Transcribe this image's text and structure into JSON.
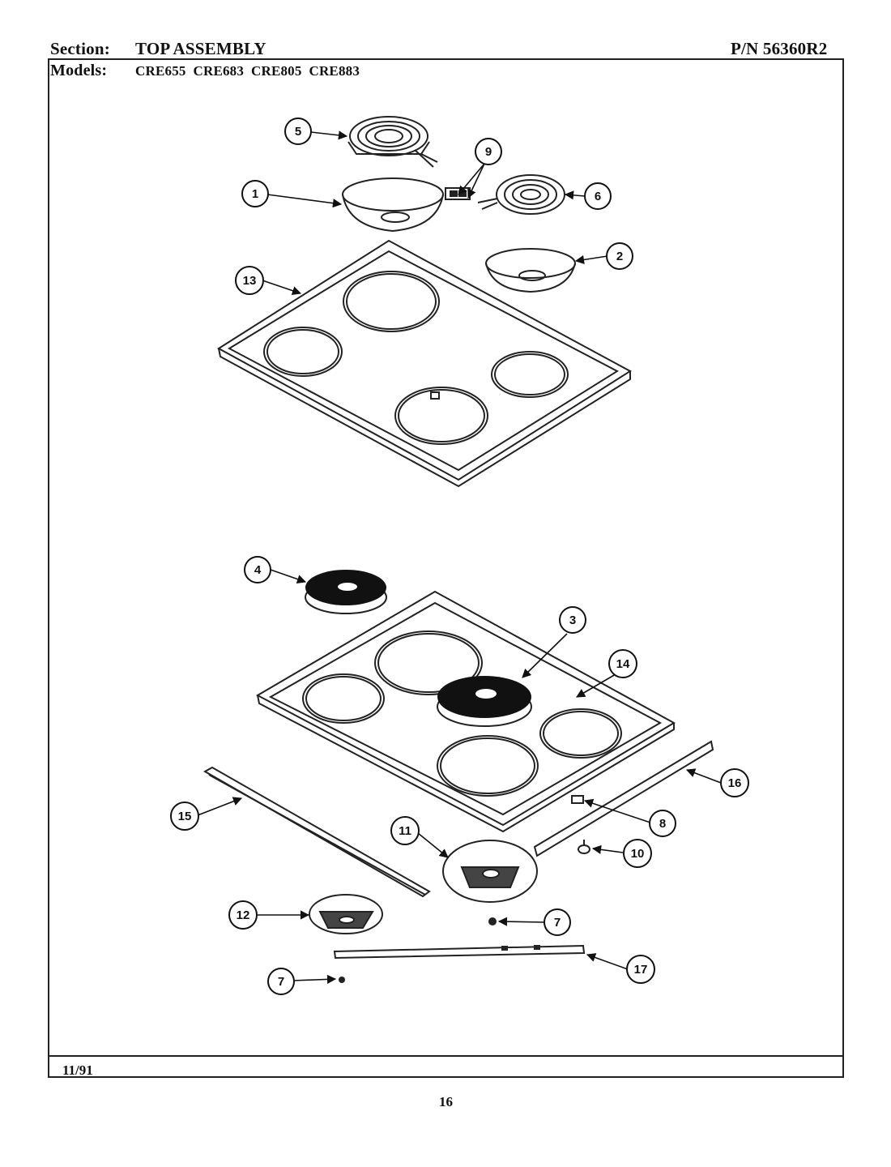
{
  "header": {
    "section_label": "Section:",
    "section_value": "TOP ASSEMBLY",
    "part_number": "P/N 56360R2",
    "models_label": "Models:",
    "models_value": "CRE655  CRE683  CRE805  CRE883"
  },
  "footer": {
    "date": "11/91",
    "page_number": "16"
  },
  "callouts": [
    "1",
    "2",
    "3",
    "4",
    "5",
    "6",
    "7",
    "7",
    "8",
    "9",
    "10",
    "11",
    "12",
    "13",
    "14",
    "15",
    "16",
    "17"
  ]
}
